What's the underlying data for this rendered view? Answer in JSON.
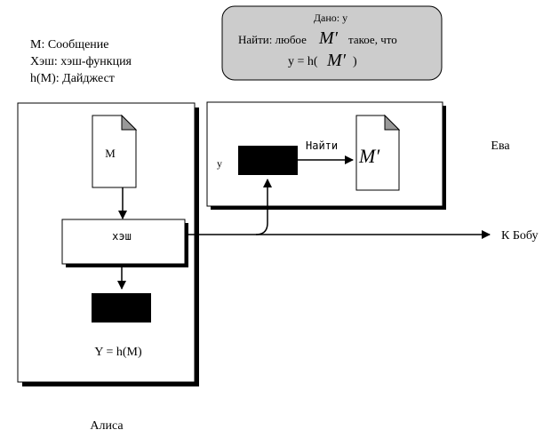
{
  "legend": {
    "line1": "M: Сообщение",
    "line2": "Хэш: хэш-функция",
    "line3": "h(M): Дайджест"
  },
  "problem": {
    "given": "Дано: y",
    "find_prefix": "Найти: любое",
    "find_var": "M′",
    "find_suffix": "такое, что",
    "eq_prefix": "y = h(",
    "eq_var": "M′",
    "eq_suffix": " )"
  },
  "alice": {
    "name": "Алиса",
    "doc_label": "M",
    "hash_label": "хэш",
    "result_label": "Y = h(M)"
  },
  "eve": {
    "name": "Ева",
    "y_label": "y",
    "find_label": "Найти",
    "doc_label": "M′"
  },
  "to_bob": "К Бобу",
  "colors": {
    "callout_fill": "#cccccc",
    "ink": "#000000",
    "paper": "#ffffff"
  }
}
